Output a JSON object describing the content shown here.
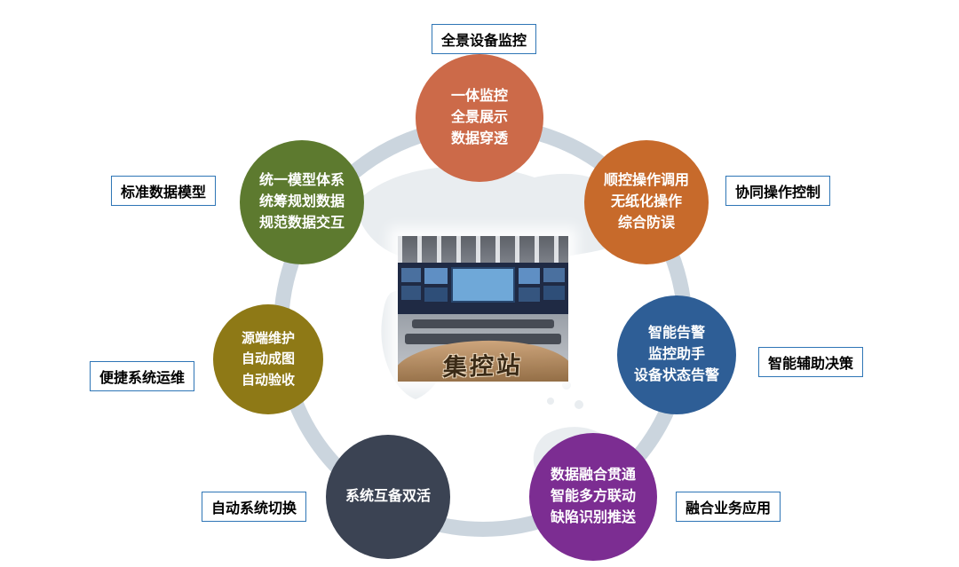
{
  "center": {
    "station_label": "集控站"
  },
  "ring_color": "#CBD5DE",
  "label_border_color": "#2E75B6",
  "nodes": [
    {
      "id": "panoramic-device-monitoring",
      "label": "全景设备监控",
      "color": "#CC6A49",
      "lines": [
        "一体监控",
        "全景展示",
        "数据穿透"
      ]
    },
    {
      "id": "standard-data-model",
      "label": "标准数据模型",
      "color": "#5D7A2F",
      "lines": [
        "统一模型体系",
        "统筹规划数据",
        "规范数据交互"
      ]
    },
    {
      "id": "collaborative-operation-control",
      "label": "协同操作控制",
      "color": "#C76A2B",
      "lines": [
        "顺控操作调用",
        "无纸化操作",
        "综合防误"
      ]
    },
    {
      "id": "convenient-system-maintenance",
      "label": "便捷系统运维",
      "color": "#8E7916",
      "lines": [
        "源端维护",
        "自动成图",
        "自动验收"
      ]
    },
    {
      "id": "intelligent-decision-support",
      "label": "智能辅助决策",
      "color": "#2E5E96",
      "lines": [
        "智能告警",
        "监控助手",
        "设备状态告警"
      ]
    },
    {
      "id": "automatic-system-switch",
      "label": "自动系统切换",
      "color": "#3B4353",
      "lines": [
        "系统互备双活"
      ]
    },
    {
      "id": "integrated-business-application",
      "label": "融合业务应用",
      "color": "#7C2D92",
      "lines": [
        "数据融合贯通",
        "智能多方联动",
        "缺陷识别推送"
      ]
    }
  ]
}
